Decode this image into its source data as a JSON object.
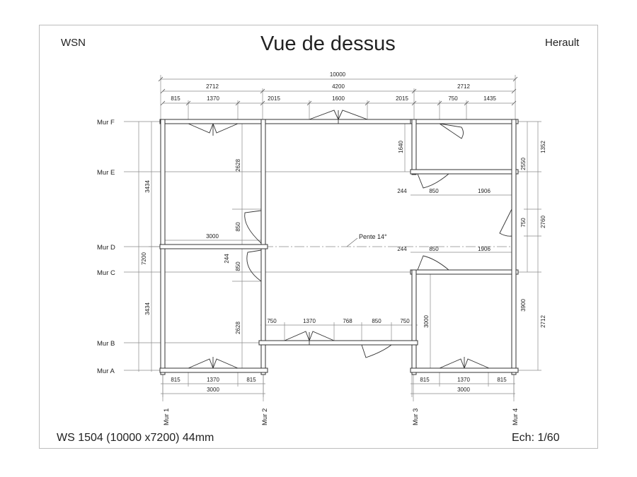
{
  "header": {
    "left_code": "WSN",
    "title": "Vue de dessus",
    "region": "Herault"
  },
  "footer": {
    "model": "WS 1504 (10000 x7200) 44mm",
    "scale": "Ech: 1/60"
  },
  "plan": {
    "slope_label": "Pente 14°",
    "walls_horizontal": [
      "Mur F",
      "Mur E",
      "Mur D",
      "Mur C",
      "Mur B",
      "Mur A"
    ],
    "walls_vertical": [
      "Mur 1",
      "Mur 2",
      "Mur 3",
      "Mur 4"
    ],
    "dims": {
      "total_width": "10000",
      "top_left_span": "2712",
      "top_mid_span": "4200",
      "top_right_span": "2712",
      "top_l_815": "815",
      "top_l_1370": "1370",
      "top_m_2015a": "2015",
      "top_m_1600": "1600",
      "top_m_2015b": "2015",
      "top_r_750": "750",
      "top_r_1435": "1435",
      "left_total": "7200",
      "left_upper": "3434",
      "left_lower": "3434",
      "inner_upper": "2628",
      "inner_lower": "2628",
      "door_d_upper": "850",
      "door_d_gap": "244",
      "door_d_lower": "850",
      "mur_d_length": "3000",
      "right_e_1640": "1640",
      "right_e_244": "244",
      "right_e_850": "850",
      "right_e_1906": "1906",
      "right_c_244": "244",
      "right_c_850": "850",
      "right_c_1906": "1906",
      "far_right_1352": "1352",
      "far_right_2550": "2550",
      "far_right_2760": "2760",
      "far_right_750": "750",
      "far_right_3900": "3900",
      "far_right_2712": "2712",
      "mur_b_750a": "750",
      "mur_b_1370": "1370",
      "mur_b_768": "768",
      "mur_b_850": "850",
      "mur_b_750b": "750",
      "mur3_3000": "3000",
      "bot_l_815a": "815",
      "bot_l_1370": "1370",
      "bot_l_815b": "815",
      "bot_l_3000": "3000",
      "bot_r_815a": "815",
      "bot_r_1370": "1370",
      "bot_r_815b": "815",
      "bot_r_3000": "3000"
    }
  },
  "colors": {
    "line": "#333333",
    "dim": "#888888"
  }
}
